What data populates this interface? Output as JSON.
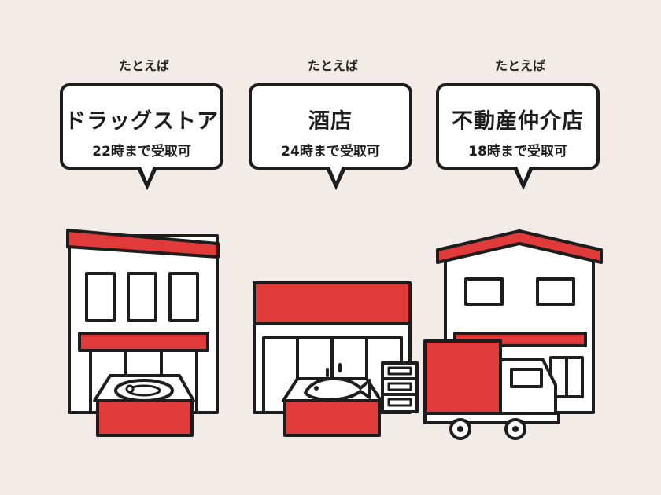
{
  "colors": {
    "background": "#f2ebe7",
    "accent_red": "#e03a3a",
    "outline": "#1d1d1d",
    "fill_white": "#ffffff"
  },
  "examples": [
    {
      "label": "たとえば",
      "store_name": "ドラッグストア",
      "pickup_hours": "22時まで受取可"
    },
    {
      "label": "たとえば",
      "store_name": "酒店",
      "pickup_hours": "24時まで受取可"
    },
    {
      "label": "たとえば",
      "store_name": "不動産仲介店",
      "pickup_hours": "18時まで受取可"
    }
  ],
  "icons": {
    "drugstore": "drugstore-building-icon",
    "liquor_store": "liquor-store-building-icon",
    "real_estate": "real-estate-building-icon",
    "meat_box": "meat-box-icon",
    "fish_box": "fish-box-icon",
    "truck": "delivery-truck-icon"
  }
}
